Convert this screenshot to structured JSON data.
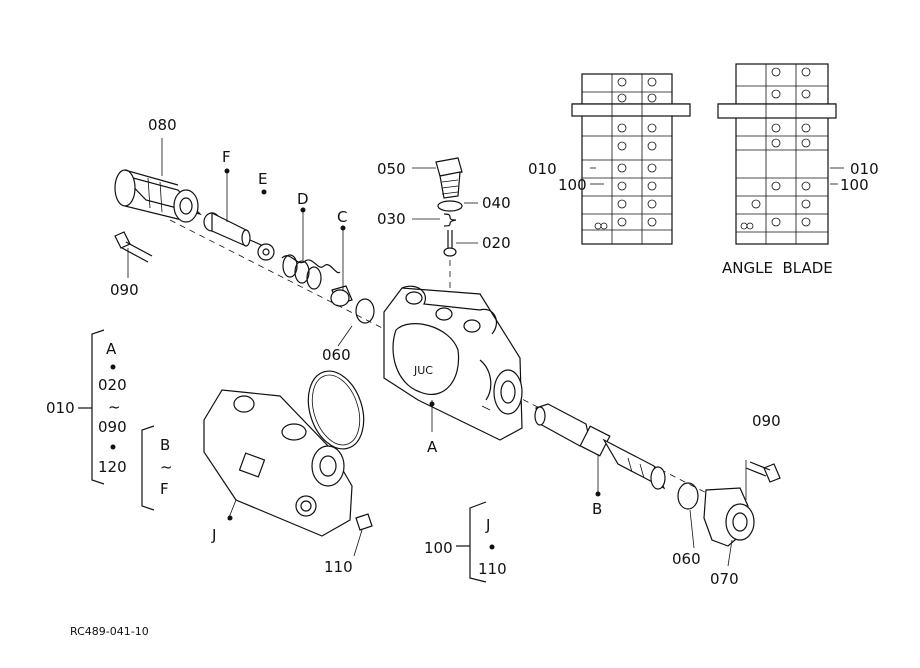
{
  "part_labels": {
    "p080": "080",
    "p090_top": "090",
    "p050": "050",
    "p040": "040",
    "p030": "030",
    "p020": "020",
    "p060_mid": "060",
    "p090_right": "090",
    "p060_right": "060",
    "p070": "070",
    "p110": "110",
    "p010_left": "010",
    "p010_top": "010",
    "p100_top": "100",
    "p010_right": "010",
    "p100_right": "100",
    "p100_bottom": "100",
    "p110_bottom": "110"
  },
  "letter_labels": {
    "F": "F",
    "E": "E",
    "D": "D",
    "C": "C",
    "A": "A",
    "B": "B",
    "J": "J"
  },
  "group_010": {
    "top": "A",
    "mid1": "020",
    "tilde1": "~",
    "mid2": "090",
    "bot": "120",
    "sub_top": "B",
    "sub_tilde": "~",
    "sub_bot": "F"
  },
  "group_100": {
    "top": "J",
    "bot": "110"
  },
  "caption_angle": "ANGLE  BLADE",
  "drawing_code": "RC489-041-10"
}
